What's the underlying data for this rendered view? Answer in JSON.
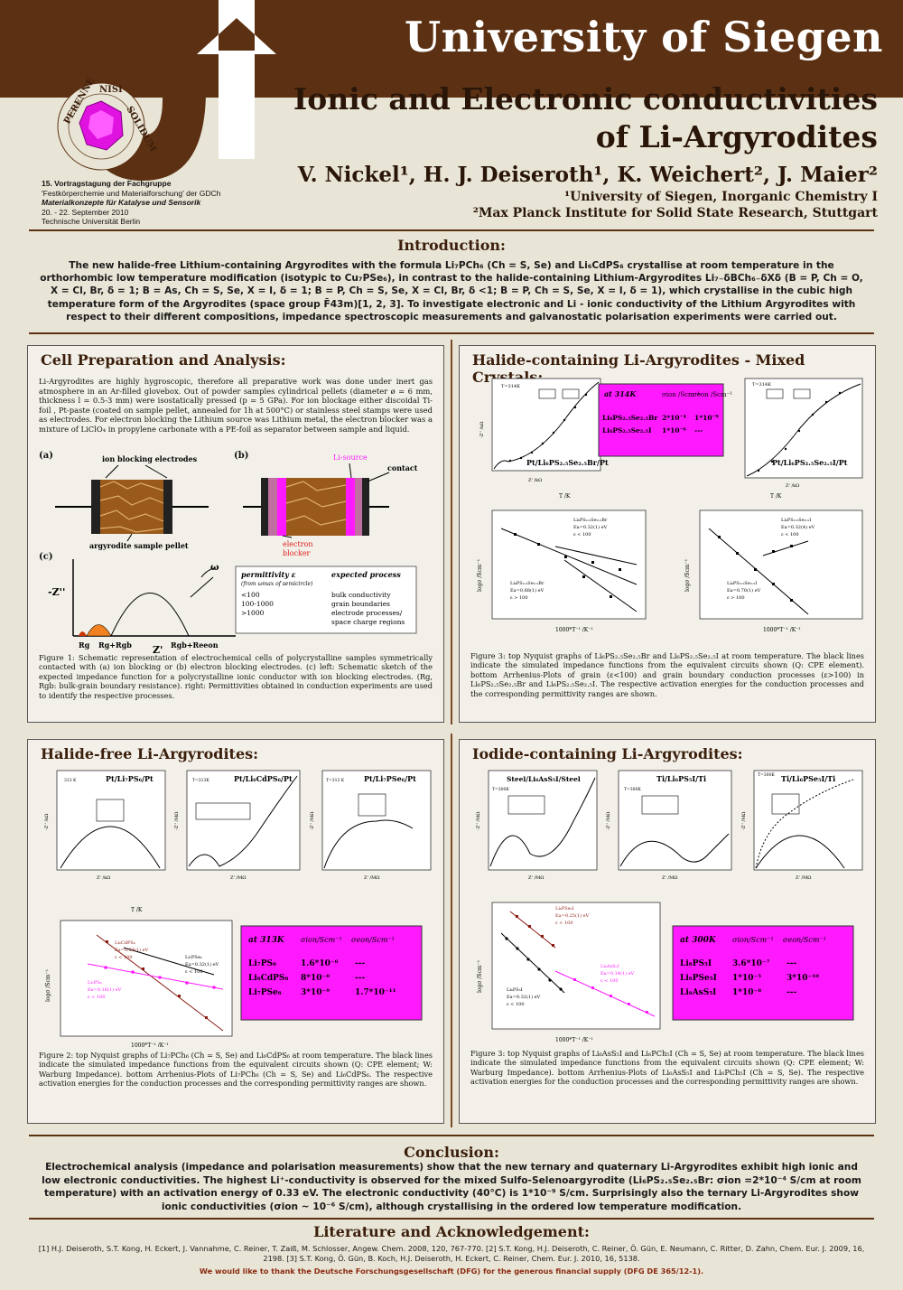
{
  "header": {
    "university": "University of Siegen",
    "title_line1": "Ionic and Electronic conductivities",
    "title_line2": "of Li-Argyrodites",
    "authors": "V. Nickel¹, H. J. Deiseroth¹, K. Weichert², J. Maier²",
    "affil1": "¹University of  Siegen, Inorganic Chemistry I",
    "affil2": "²Max Planck Institute for Solid State Research, Stuttgart",
    "logo_ring_text": "PERENNE NIL NISI SOLIDUM"
  },
  "conference": {
    "line1": "15. Vortragstagung der Fachgruppe",
    "line2": "'Festkörperchemie und Materialforschung' der GDCh",
    "line3": "Materialkonzepte für Katalyse und Sensorik",
    "line4": "20. - 22. September 2010",
    "line5": "Technische Universität Berlin"
  },
  "introduction": {
    "title": "Introduction:",
    "text": "The new halide-free Lithium-containing Argyrodites with the formula Li₇PCh₆ (Ch = S, Se) and Li₆CdPS₆ crystallise at room temperature in the orthorhombic low temperature modification (isotypic to Cu₇PSe₆), in contrast to the halide-containing Lithium-Argyrodites Li₇₋δBCh₆₋δXδ (B = P, Ch = O, X = Cl, Br, δ = 1;  B = As, Ch = S, Se, X = I, δ = 1; B = P, Ch = S, Se, X = Cl, Br, δ <1; B = P, Ch = S, Se, X = I, δ = 1), which crystallise in the cubic high temperature form of the Argyrodites (space group F̄43m)[1, 2, 3]. To investigate electronic and Li - ionic conductivity of the Lithium Argyrodites with respect to their different compositions, impedance spectroscopic measurements and galvanostatic polarisation experiments were carried out."
  },
  "cell_panel": {
    "title": "Cell Preparation and Analysis:",
    "text": "Li-Argyrodites are highly hygroscopic, therefore all preparative work was done under inert gas atmosphere in an Ar-filled glovebox. Out of powder samples cylindrical pellets (diameter ø = 6 mm, thickness l = 0.5-3 mm) were isostatically pressed (p = 5 GPa). For ion blockage either discoidal Ti-foil , Pt-paste (coated on sample pellet, annealed for 1h at 500°C) or stainless steel stamps were used as electrodes. For electron blocking the Lithium source was Lithium metal, the electron blocker was a mixture of LiClO₄ in propylene carbonate with a PE-foil as separator between sample and liquid.",
    "label_a": "(a)",
    "label_b": "(b)",
    "label_c": "(c)",
    "ion_blocking": "ion blocking electrodes",
    "li_source": "Li-source",
    "contact": "contact",
    "pellet": "argyrodite sample pellet",
    "electron_blocker_1": "electron",
    "electron_blocker_2": "blocker",
    "z2": "-Z''",
    "z1": "Z'",
    "omega": "ω",
    "rg": "Rg",
    "rgrgb": "Rg+Rgb",
    "rgbeon": "Rgb+Reeon",
    "perm_head1": "permittivity ε",
    "perm_head1b": "(from ωmax of semicircle)",
    "perm_head2": "expected process",
    "perm_rows": [
      {
        "eps": "<100",
        "proc": "bulk conductivity"
      },
      {
        "eps": "100-1000",
        "proc": "grain boundaries"
      },
      {
        "eps": ">1000",
        "proc": "electrode processes/"
      },
      {
        "eps": "",
        "proc": "space charge regions"
      }
    ],
    "caption": "Figure 1: Schematic representation of electrochemical cells of polycrystalline samples symmetrically contacted with (a) ion blocking or (b) electron blocking electrodes. (c) left: Schematic sketch of the expected impedance function for a polycrystalline ionic conductor with ion blocking electrodes. (Rg, Rgb: bulk-grain boundary resistance). right: Permittivities obtained in conduction experiments are used to identify the respective processes."
  },
  "mixed_panel": {
    "title": "Halide-containing Li-Argyrodites - Mixed Crystals:",
    "plot1_label": "Pt/Li₆PS₂.₅Se₂.₅Br/Pt",
    "plot2_label": "Pt/Li₆PS₂.₅Se₂.₅I/Pt",
    "temp_label1": "T=314K",
    "temp_label2": "T=314K",
    "xaxis": "Z' /kΩ",
    "yaxis": "-Z'' /kΩ",
    "table": {
      "head": [
        "at 314K",
        "σion /Scm⁻¹",
        "σeon /Scm⁻¹"
      ],
      "rows": [
        [
          "Li₆PS₂.₅Se₂.₅Br",
          "2*10⁻⁴",
          "1*10⁻⁹"
        ],
        [
          "Li₆PS₂.₅Se₂.₅I",
          "1*10⁻⁶",
          "---"
        ]
      ]
    },
    "arr1": {
      "ann1": "Li₆PS₂.₅Se₂.₅Br",
      "ann1b": "Ea=0.32(1) eV",
      "ann1c": "ε < 100",
      "ann2": "Li₆PS₂.₅Se₂.₅Br",
      "ann2b": "Ea=0.68(1) eV",
      "ann2c": "ε > 100"
    },
    "arr2": {
      "ann1": "Li₆PS₂.₅Se₂.₅I",
      "ann1b": "Ea=0.32(4) eV",
      "ann1c": "ε < 100",
      "ann2": "Li₆PS₂.₅Se₂.₅I",
      "ann2b": "Ea=0.70(1) eV",
      "ann2c": "ε > 100"
    },
    "arr_x": "1000*T⁻¹ /K⁻¹",
    "arr_y": "logσ /Scm⁻¹",
    "arr_t": "T /K",
    "caption": "Figure 3: top Nyquist graphs of Li₆PS₂.₅Se₂.₅Br and Li₆PS₂.₅Se₂.₅I at room temperature. The black lines indicate the simulated impedance functions from the equivalent circuits shown (Q: CPE element). bottom Arrhenius-Plots of grain (ε<100) and grain boundary conduction processes (ε>100) in Li₆PS₂.₅Se₂.₅Br and Li₆PS₂.₅Se₂.₅I. The respective activation energies for the conduction processes and the corresponding permittivity ranges are shown."
  },
  "halidefree_panel": {
    "title": "Halide-free Li-Argyrodites:",
    "plot1": "Pt/Li₇PS₆/Pt",
    "plot2": "Pt/Li₆CdPS₆/Pt",
    "plot3": "Pt/Li₇PSe₆/Pt",
    "temp1": "313 K",
    "temp2": "T=313K",
    "temp3": "T=313 K",
    "xaxis1": "Z' /kΩ",
    "xaxis2": "Z' /MΩ",
    "xaxis3": "Z' /MΩ",
    "yaxis1": "-Z'' /kΩ",
    "yaxis2": "-Z'' /MΩ",
    "yaxis3": "-Z'' /MΩ",
    "arr": {
      "a1": "Li₆CdPS₆",
      "a1b": "Ea=0.54(1) eV",
      "a1c": "ε < 100",
      "a2": "Li₇PSe₆",
      "a2b": "Ea=0.32(1) eV",
      "a2c": "ε < 100",
      "a3": "Li₇PS₆",
      "a3b": "Ea=0.16(1) eV",
      "a3c": "ε < 100"
    },
    "table": {
      "head": [
        "at 313K",
        "σion/Scm⁻¹",
        "σeon/Scm⁻¹"
      ],
      "rows": [
        [
          "Li₇PS₆",
          "1.6*10⁻⁶",
          "---"
        ],
        [
          "Li₆CdPS₆",
          "8*10⁻⁸",
          "---"
        ],
        [
          "Li₇PSe₆",
          "3*10⁻⁹",
          "1.7*10⁻¹¹"
        ]
      ]
    },
    "caption": "Figure 2: top Nyquist graphs of Li₇PCh₆ (Ch = S, Se) and Li₆CdPS₆ at room temperature. The black lines indicate the simulated impedance functions from the equivalent circuits shown (Q: CPE element; W: Warburg Impedance). bottom Arrhenius-Plots of Li₇PCh₆ (Ch = S, Se) and Li₆CdPS₆. The respective activation energies for the conduction processes and the corresponding permittivity ranges are shown."
  },
  "iodide_panel": {
    "title": "Iodide-containing Li-Argyrodites:",
    "plot1": "Steel/Li₆AsS₅I/Steel",
    "plot2": "Ti/Li₆PS₅I/Ti",
    "plot3": "Ti/Li₆PSe₅I/Ti",
    "temp1": "T=300K",
    "temp2": "T=300K",
    "temp3": "T=300K",
    "xaxis1": "Z' /MΩ",
    "xaxis2": "Z' /MΩ",
    "xaxis3": "Z' /MΩ",
    "yaxis1": "-Z'' /MΩ",
    "yaxis2": "-Z'' /MΩ",
    "yaxis3": "-Z'' /MΩ",
    "arr": {
      "a1": "Li₆PSe₅I",
      "a1b": "Ea=0.25(1) eV",
      "a1c": "ε < 100",
      "a2": "Li₆PS₅I",
      "a2b": "Ea=0.32(1) eV",
      "a2c": "ε < 100",
      "a3": "Li₆AsS₅I",
      "a3b": "Ea=0.14(1) eV",
      "a3c": "ε < 100"
    },
    "table": {
      "head": [
        "at 300K",
        "σion/Scm⁻¹",
        "σeon/Scm⁻¹"
      ],
      "rows": [
        [
          "Li₆PS₅I",
          "3.6*10⁻⁷",
          "---"
        ],
        [
          "Li₆PSe₅I",
          "1*10⁻⁵",
          "3*10⁻¹⁰"
        ],
        [
          "Li₆AsS₅I",
          "1*10⁻⁸",
          "---"
        ]
      ]
    },
    "caption": "Figure 3: top Nyquist graphs of Li₆AsS₅I and Li₆PCh₅I (Ch = S, Se) at room temperature. The black lines indicate the simulated impedance functions from the equivalent circuits shown (Q: CPE element; W: Warburg Impedance). bottom Arrhenius-Plots of Li₆AsS₅I and Li₆PCh₅I (Ch = S, Se). The respective activation energies for the conduction processes and the corresponding permittivity ranges are shown."
  },
  "conclusion": {
    "title": "Conclusion:",
    "text": "Electrochemical analysis (impedance and polarisation measurements) show that the new ternary and quaternary Li-Argyrodites exhibit high ionic and low electronic conductivities. The highest Li⁺-conductivity is observed for the mixed Sulfo-Selenoargyrodite (Li₆PS₂.₅Se₂.₅Br: σion =2*10⁻⁴ S/cm at room temperature) with an activation energy of 0.33 eV. The electronic conductivity (40°C) is 1*10⁻⁹ S/cm. Surprisingly also the ternary Li-Argyrodites show ionic conductivities (σion ~ 10⁻⁶ S/cm), although crystallising in the ordered low temperature modification."
  },
  "literature": {
    "title": "Literature and Acknowledgement:",
    "text": "[1] H.J. Deiseroth, S.T. Kong, H. Eckert, J. Vannahme, C. Reiner, T. Zaiß, M. Schlosser, Angew. Chem. 2008, 120, 767-770. [2] S.T. Kong, H.J. Deiseroth, C. Reiner, Ö. Gün, E. Neumann, C. Ritter, D. Zahn, Chem. Eur. J. 2009, 16, 2198. [3] S.T. Kong, Ö. Gün, B. Koch, H.J. Deiseroth, H. Eckert, C. Reiner, Chem. Eur. J. 2010, 16, 5138.",
    "ack": "We would like to thank  the Deutsche Forschungsgesellschaft (DFG) for the generous financial supply (DFG DE 365/12-1)."
  },
  "colors": {
    "brown": "#5c3113",
    "magenta": "#ff19ff",
    "background": "#e9e5d6"
  }
}
